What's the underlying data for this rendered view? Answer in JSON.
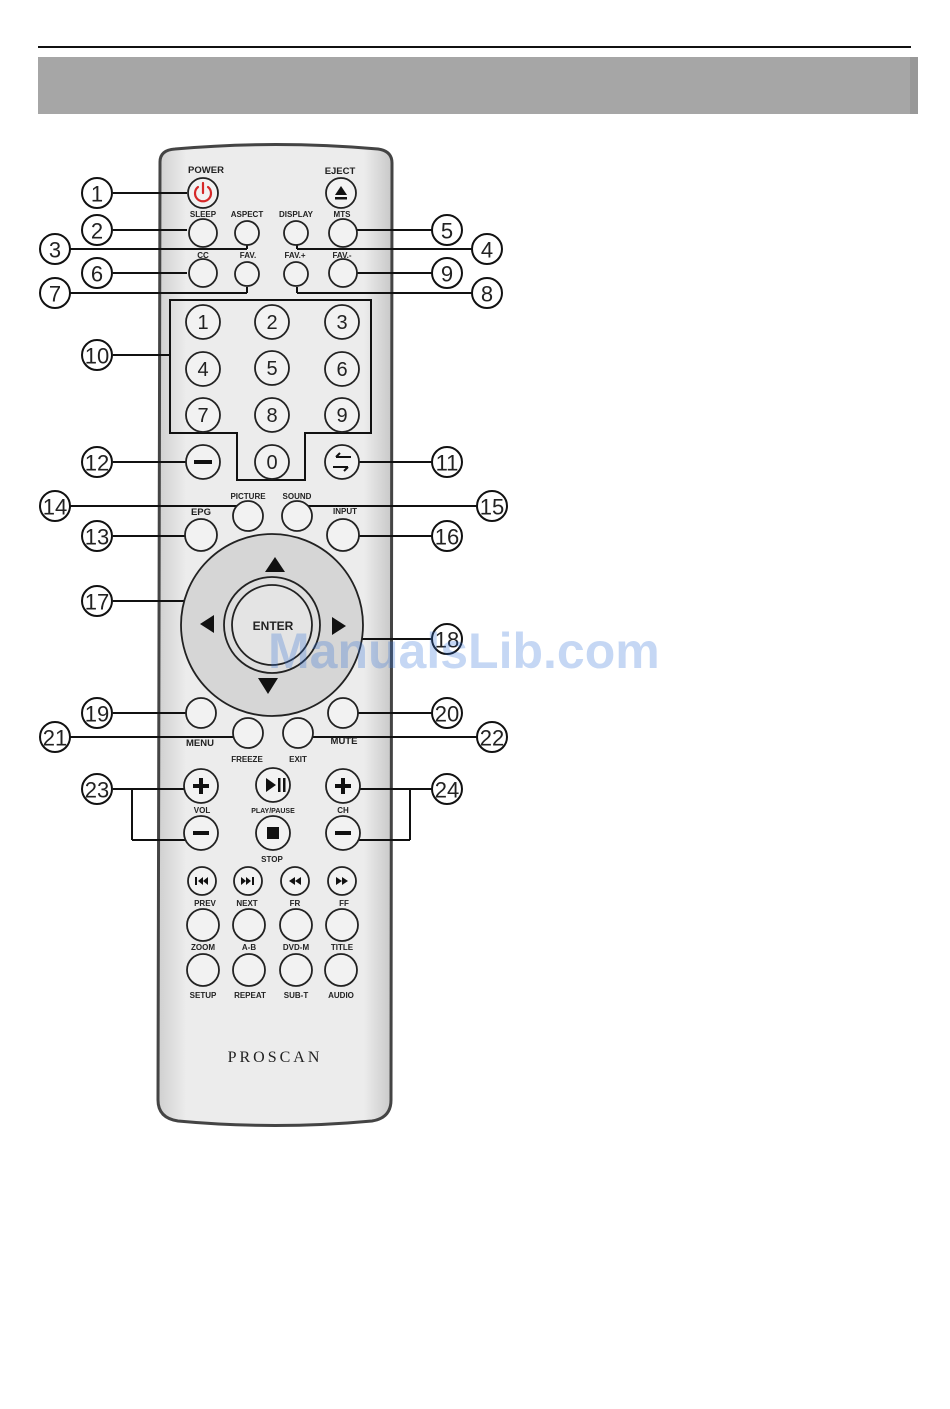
{
  "remote": {
    "top_labels": {
      "power": "POWER",
      "eject": "EJECT"
    },
    "row2_labels": {
      "sleep": "SLEEP",
      "aspect": "ASPECT",
      "display": "DISPLAY",
      "mts": "MTS"
    },
    "row3_labels": {
      "cc": "CC",
      "fav": "FAV.",
      "fav_plus": "FAV.+",
      "fav_minus": "FAV.-"
    },
    "digits": [
      "1",
      "2",
      "3",
      "4",
      "5",
      "6",
      "7",
      "8",
      "9",
      "0"
    ],
    "mid_labels": {
      "picture": "PICTURE",
      "sound": "SOUND",
      "epg": "EPG",
      "input": "INPUT"
    },
    "enter_label": "ENTER",
    "lower_labels": {
      "menu": "MENU",
      "freeze": "FREEZE",
      "exit": "EXIT",
      "mute": "MUTE"
    },
    "vol_ch": {
      "vol": "VOL",
      "play_pause": "PLAY/PAUSE",
      "ch": "CH",
      "stop": "STOP"
    },
    "transport_labels": {
      "prev": "PREV",
      "next": "NEXT",
      "fr": "FR",
      "ff": "FF"
    },
    "func_row1": {
      "zoom": "ZOOM",
      "ab": "A-B",
      "dvd_m": "DVD-M",
      "title": "TITLE"
    },
    "func_row2": {
      "setup": "SETUP",
      "repeat": "REPEAT",
      "sub_t": "SUB-T",
      "audio": "AUDIO"
    },
    "brand": "PROSCAN"
  },
  "callouts": [
    "1",
    "2",
    "3",
    "4",
    "5",
    "6",
    "7",
    "8",
    "9",
    "10",
    "11",
    "12",
    "13",
    "14",
    "15",
    "16",
    "17",
    "18",
    "19",
    "20",
    "21",
    "22",
    "23",
    "24"
  ],
  "watermark": "ManualsLib.com",
  "colors": {
    "power_accent": "#d62828",
    "remote_body": "#e6e6e6",
    "dpad": "#d5d5d5",
    "banner": "#a6a6a6"
  }
}
